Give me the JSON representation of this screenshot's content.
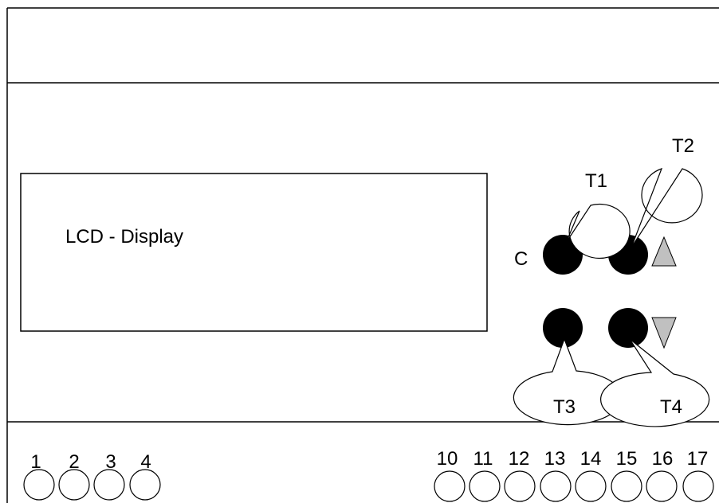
{
  "lcd": {
    "label": "LCD - Display"
  },
  "buttons": {
    "c_label": "C",
    "callouts": {
      "t1": "T1",
      "t2": "T2",
      "t3": "T3",
      "t4": "T4"
    }
  },
  "terminals": {
    "left": [
      "1",
      "2",
      "3",
      "4"
    ],
    "right": [
      "10",
      "11",
      "12",
      "13",
      "14",
      "15",
      "16",
      "17"
    ]
  },
  "colors": {
    "line": "#000000",
    "button_fill": "#000000",
    "arrow_fill": "#c0c0c0",
    "background": "#ffffff"
  },
  "icons": {
    "up": "triangle-up-icon",
    "down": "triangle-down-icon"
  }
}
